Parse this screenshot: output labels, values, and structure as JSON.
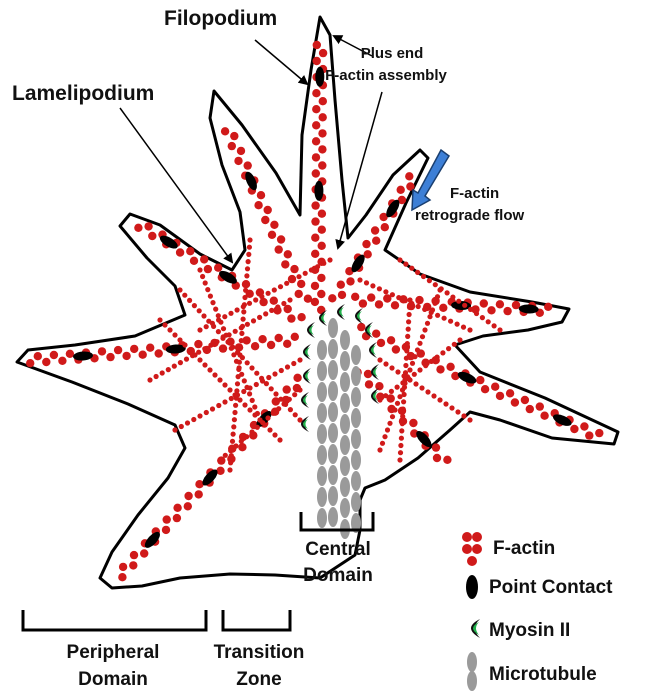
{
  "labels": {
    "filopodium": "Filopodium",
    "lamelipodium": "Lamelipodium",
    "plus_end_line1": "Plus end",
    "plus_end_line2": "F-actin assembly",
    "retro_line1": "F-actin",
    "retro_line2": "retrograde flow",
    "central_line1": "Central",
    "central_line2": "Domain",
    "peripheral_line1": "Peripheral",
    "peripheral_line2": "Domain",
    "transition_line1": "Transition",
    "transition_line2": "Zone"
  },
  "legend": [
    {
      "label": "F-actin",
      "icon": "f-actin-icon"
    },
    {
      "label": "Point Contact",
      "icon": "point-contact-icon"
    },
    {
      "label": "Myosin II",
      "icon": "myosin-icon"
    },
    {
      "label": "Microtubule",
      "icon": "microtubule-icon"
    }
  ],
  "colors": {
    "f_actin": "#d01a1a",
    "point_contact": "#000000",
    "myosin_outer": "#111111",
    "myosin_inner": "#22b14c",
    "microtubule": "#9a9a9a",
    "retro_arrow": "#3d7fd6",
    "outline": "#000000"
  }
}
